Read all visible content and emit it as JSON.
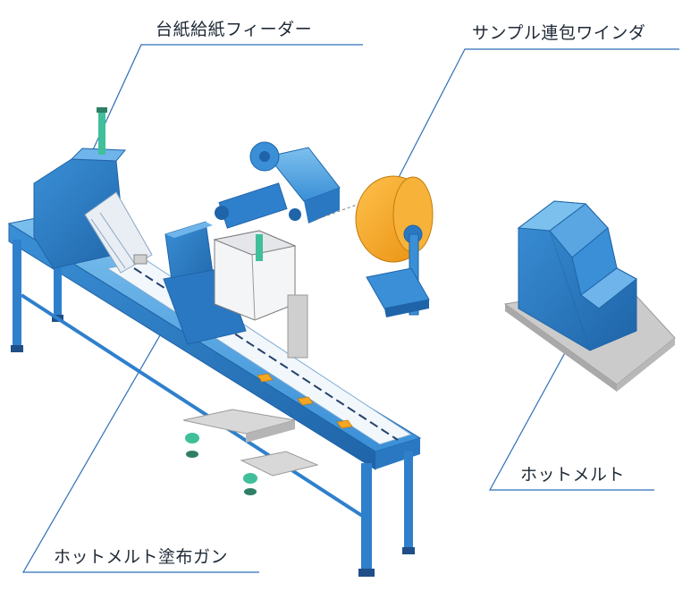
{
  "labels": {
    "feeder": "台紙給紙フィーダー",
    "winder": "サンプル連包ワインダ",
    "hotmelt": "ホットメルト",
    "gun": "ホットメルト塗布ガン"
  },
  "colors": {
    "machine_blue": "#3a8fd6",
    "machine_blue_dark": "#1f64a8",
    "machine_blue_light": "#6fb4ea",
    "winder_orange": "#f5a623",
    "base_gray": "#c9c9c9",
    "accent_green": "#3fbf9a",
    "leader_line": "#2f6fb5"
  }
}
